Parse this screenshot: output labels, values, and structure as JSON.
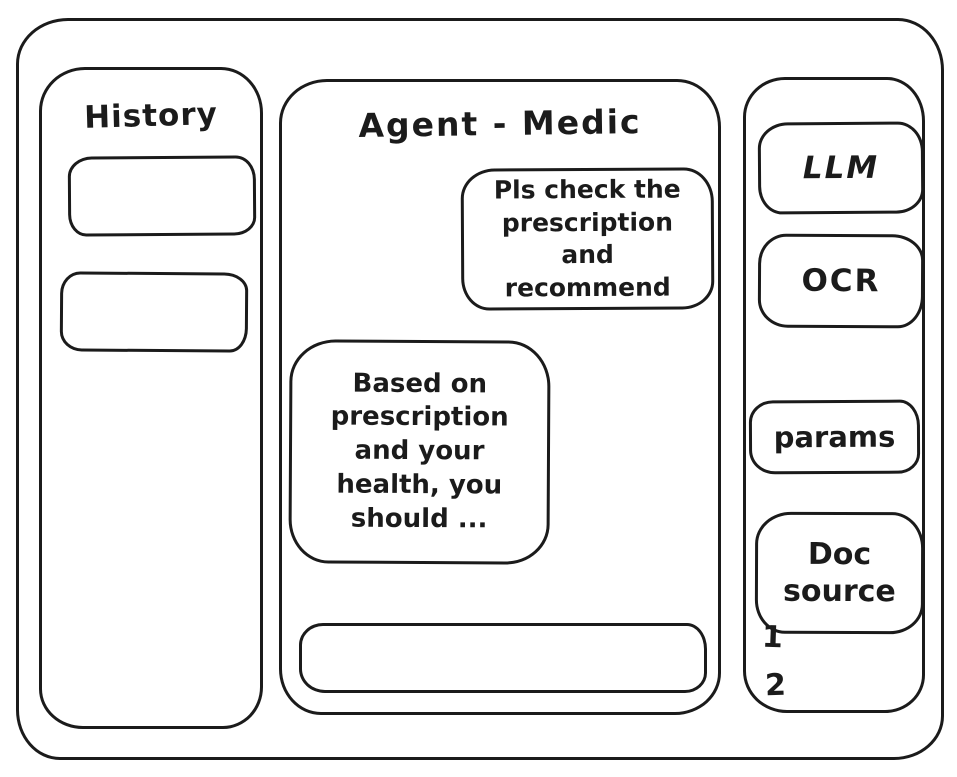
{
  "window": {
    "stroke_color": "#1b1b1b",
    "background_color": "#ffffff"
  },
  "history": {
    "title": "History",
    "items": [
      {
        "label": ""
      },
      {
        "label": ""
      }
    ]
  },
  "chat": {
    "title": "Agent - Medic",
    "messages": [
      {
        "role": "user",
        "text": "Pls check the prescription and recommend"
      },
      {
        "role": "assistant",
        "text": "Based on prescription and your health, you should ..."
      }
    ],
    "input": {
      "value": "",
      "placeholder": ""
    }
  },
  "tools": {
    "llm_label": "LLM",
    "ocr_label": "OCR",
    "params_label": "params",
    "doc_source_label": "Doc source",
    "doc_items": [
      "1",
      "2"
    ]
  }
}
